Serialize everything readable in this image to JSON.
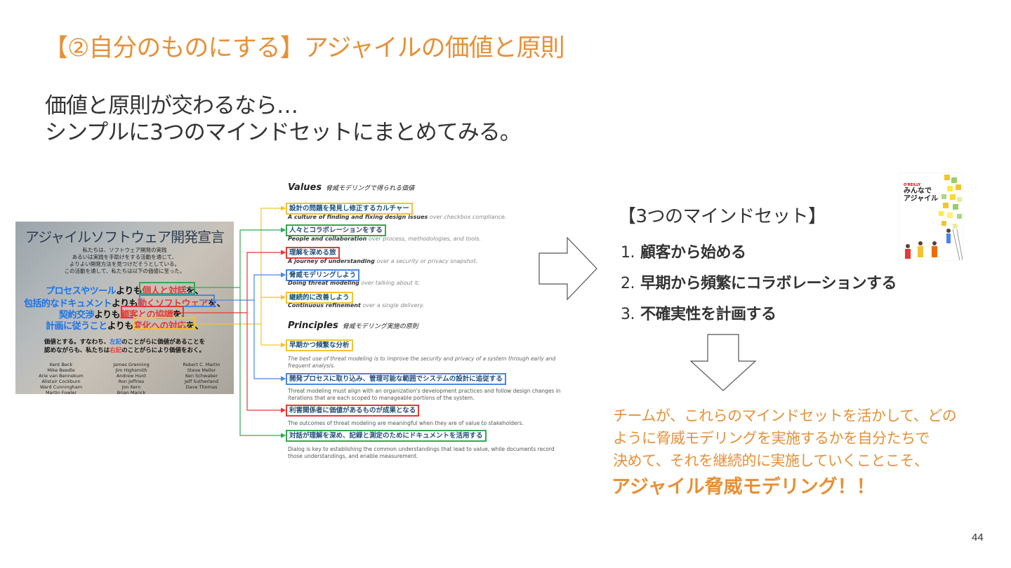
{
  "title": "【②自分のものにする】アジャイルの価値と原則",
  "intro": {
    "line1": "価値と原則が交わるなら…",
    "line2": "シンプルに3つのマインドセットにまとめてみる。"
  },
  "manifesto": {
    "title": "アジャイルソフトウェア開発宣言",
    "intro": "私たちは、ソフトウェア開発の実践\nあるいは実践を手助けをする活動を通じて、\nよりよい開発方法を見つけだそうとしている。\nこの活動を通して、私たちは以下の価値に至った。",
    "lines": [
      {
        "a": "プロセスやツール",
        "b": "よりも",
        "c": "個人と対話",
        "d": "を、"
      },
      {
        "a": "包括的なドキュメント",
        "b": "よりも",
        "c": "動くソフトウェア",
        "d": "を、"
      },
      {
        "a": "契約交渉",
        "b": "よりも",
        "c": "顧客との協調",
        "d": "を、"
      },
      {
        "a": "計画に従うこと",
        "b": "よりも",
        "c": "変化への対応",
        "d": "を、"
      }
    ],
    "conclusion": {
      "p1": "価値とする。すなわち、",
      "left": "左記",
      "p2": "のことがらに価値があることを",
      "p3": "認めながらも、私たちは",
      "right": "右記",
      "p4": "のことがらにより価値をおく。"
    },
    "names_col1": "Kent Beck\nMike Beedle\nArie van Bennekum\nAlistair Cockburn\nWard Cunningham\nMartin Fowler",
    "names_col2": "James Grenning\nJim Highsmith\nAndrew Hunt\nRon Jeffries\nJon Kern\nBrian Marick",
    "names_col3": "Robert C. Martin\nSteve Mellor\nKen Schwaber\nJeff Sutherland\nDave Thomas"
  },
  "values": {
    "heading": "Values",
    "subheading": "脅威モデリングで得られる価値",
    "items": [
      {
        "label": "設計の問題を発見し修正するカルチャー",
        "desc_bold": "A culture of finding and fixing design issues",
        "desc": " over checkbox compliance."
      },
      {
        "label": "人々とコラボレーションをする",
        "desc_bold": "People and collaboration",
        "desc": " over process, methodologies, and tools."
      },
      {
        "label": "理解を深める旅",
        "desc_bold": "A journey of understanding",
        "desc": " over a security or privacy snapshot."
      },
      {
        "label": "脅威モデリングしよう",
        "desc_bold": "Doing threat modeling",
        "desc": " over talking about it."
      },
      {
        "label": "継続的に改善しよう",
        "desc_bold": "Continuous refinement",
        "desc": " over a single delivery."
      }
    ]
  },
  "principles": {
    "heading": "Principles",
    "subheading": "脅威モデリング実施の原則",
    "items": [
      {
        "label": "早期かつ頻繁な分析",
        "desc": "The best use of threat modeling is to improve the security and privacy of a system through early and frequent analysis."
      },
      {
        "label": "開発プロセスに取り込み、管理可能な範囲でシステムの設計に追従する",
        "desc": "Threat modeling must align with an organization's development practices and follow design changes in iterations that are each scoped to manageable portions of the system."
      },
      {
        "label": "利害関係者に価値があるものが成果となる",
        "desc": "The outcomes of threat modeling are meaningful when they are of value to stakeholders."
      },
      {
        "label": "対話が理解を深め、記録と測定のためにドキュメントを活用する",
        "desc": "Dialog is key to establishing the common understandings that lead to value, while documents record those understandings, and enable measurement."
      }
    ]
  },
  "mindset": {
    "heading": "【3つのマインドセット】",
    "items": [
      {
        "num": "1.",
        "label": "顧客から始める"
      },
      {
        "num": "2.",
        "label": "早期から頻繁にコラボレーションする"
      },
      {
        "num": "3.",
        "label": "不確実性を計画する"
      }
    ]
  },
  "book": {
    "brand": "O'REILLY",
    "title": "みんなで\nアジャイル"
  },
  "conclusion": {
    "line1": "チームが、これらのマインドセットを活かして、どの",
    "line2": "ように脅威モデリングを実施するかを自分たちで",
    "line3": "決めて、それを継続的に実施していくことこそ、",
    "strong": "アジャイル脅威モデリング！！"
  },
  "page_number": "44",
  "colors": {
    "accent": "#e69138",
    "yellow": "#f4c430",
    "green": "#34a853",
    "red": "#e53935",
    "blue": "#4a86e8"
  }
}
